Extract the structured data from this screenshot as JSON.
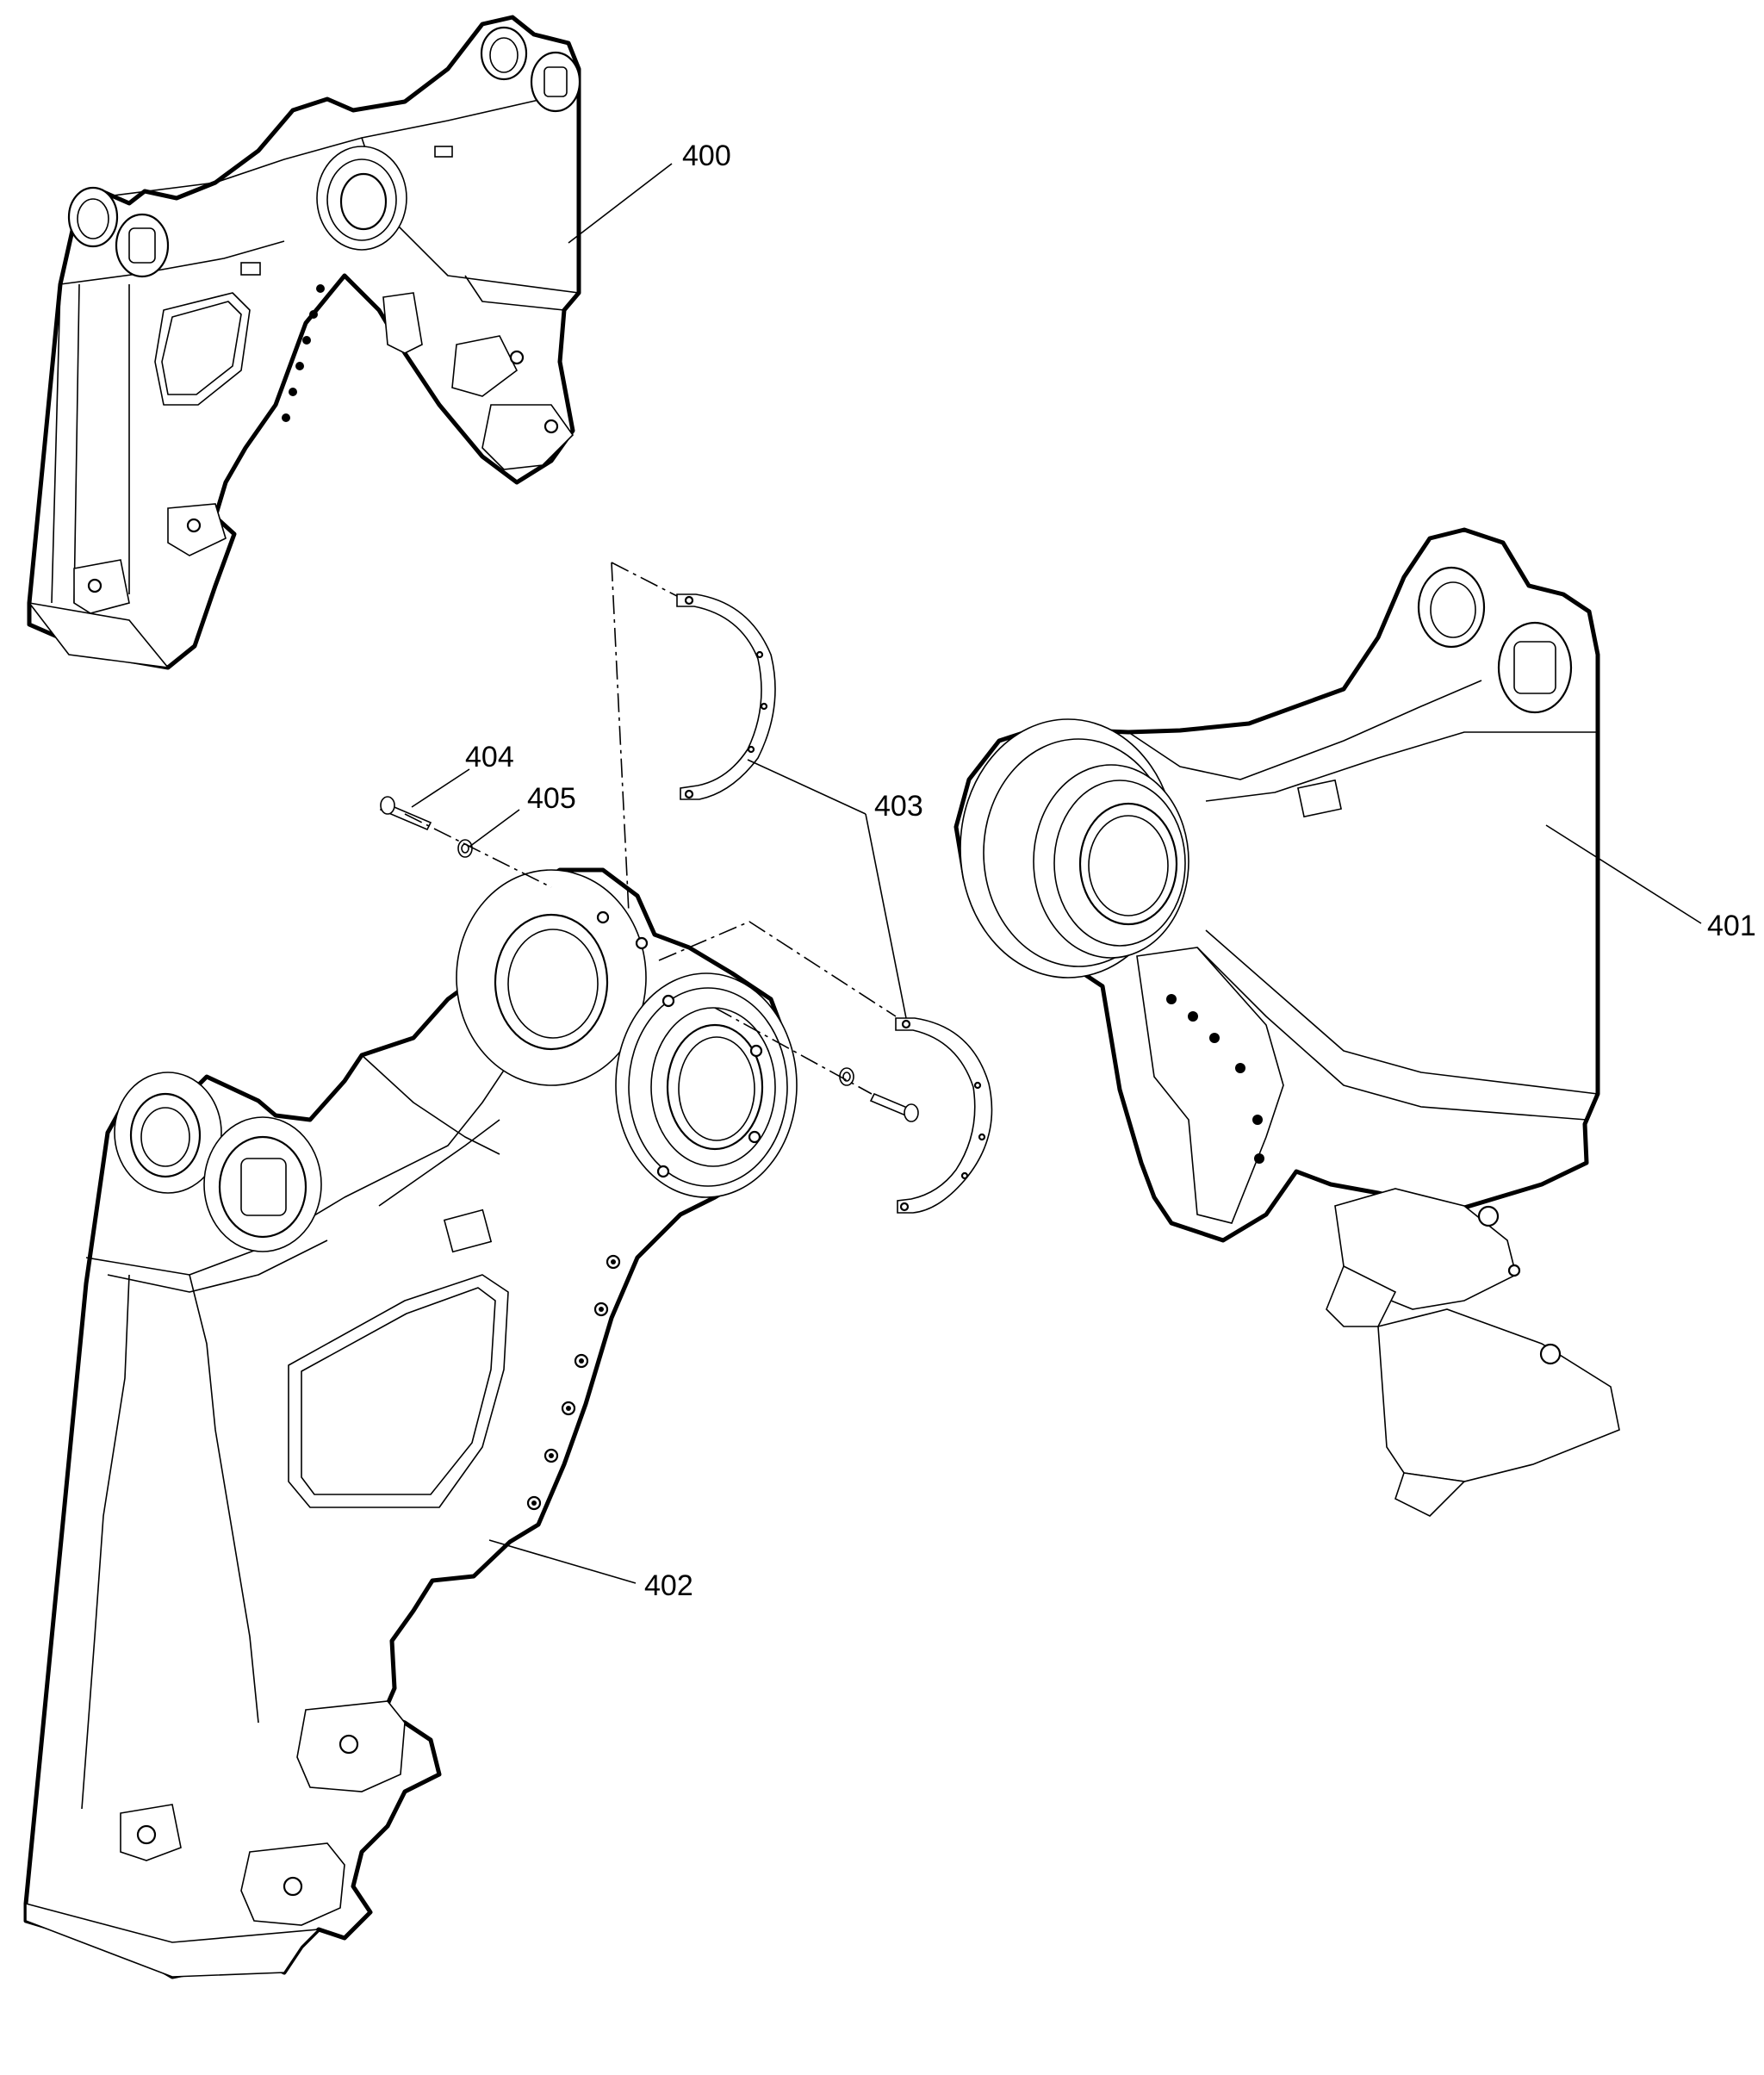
{
  "callouts": {
    "c400": "400",
    "c401": "401",
    "c402": "402",
    "c403": "403",
    "c404": "404",
    "c405": "405"
  },
  "colors": {
    "line": "#000000",
    "background": "#ffffff"
  }
}
